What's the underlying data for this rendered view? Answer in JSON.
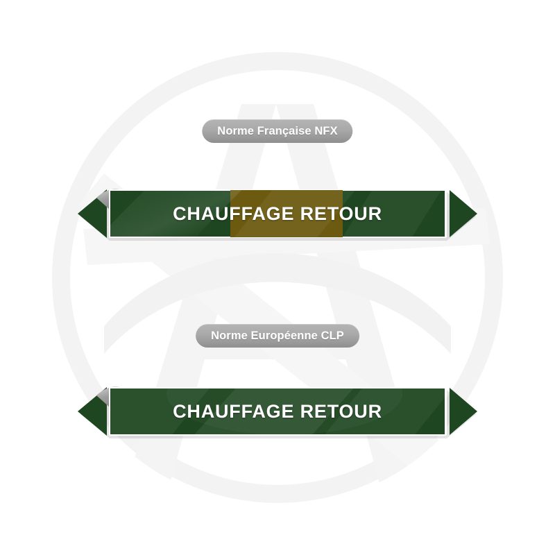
{
  "page": {
    "background_color": "#ffffff",
    "watermark": {
      "name": "circular-letter-watermark",
      "color": "#f4f4f4"
    }
  },
  "colors": {
    "green": "#1e4620",
    "green_light": "#2e5a2f",
    "olive": "#6b5a10",
    "olive_light": "#7d6b1c",
    "badge_gray": "#a9a9a9",
    "text_white": "#ffffff",
    "peel_gray": "#9a9a9a",
    "border_white": "#ffffff"
  },
  "sections": [
    {
      "badge_label": "Norme Française NFX",
      "marker_text": "CHAUFFAGE RETOUR",
      "has_olive_band": true,
      "band_start_pct": 36,
      "band_end_pct": 64
    },
    {
      "badge_label": "Norme Européenne CLP",
      "marker_text": "CHAUFFAGE RETOUR",
      "has_olive_band": false,
      "band_start_pct": 0,
      "band_end_pct": 0
    }
  ],
  "norme_francaise": {
    "badge_label": "Norme Française NFX",
    "marker_text": "CHAUFFAGE RETOUR"
  },
  "norme_europeenne": {
    "badge_label": "Norme Européenne CLP",
    "marker_text": "CHAUFFAGE RETOUR"
  }
}
